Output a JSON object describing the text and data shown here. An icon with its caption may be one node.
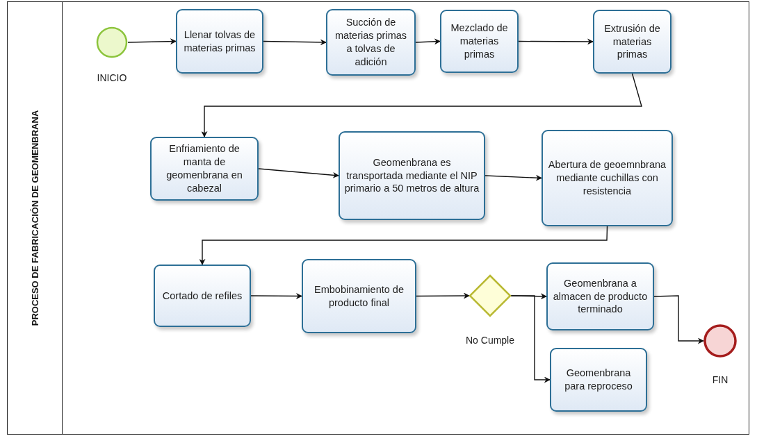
{
  "diagram": {
    "nodes": [
      {
        "text": [
          "PROCESO DE FABRICACIÓN DE GEOMENBRANA"
        ]
      },
      {
        "text": [],
        "shape": "circle",
        "beside": [
          "INICIO"
        ],
        "in": 0
      },
      {
        "text": [
          "Llenar tolvas de materias primas"
        ],
        "in": 0
      },
      {
        "text": [
          "Succión de materias  primas a tolvas de adición"
        ],
        "in": 0
      },
      {
        "text": [
          "Mezclado de materias primas"
        ],
        "in": 0
      },
      {
        "text": [
          "Extrusión de materias primas"
        ],
        "in": 0
      },
      {
        "text": [
          "Enfriamiento de manta de geomenbrana en cabezal"
        ],
        "in": 0
      },
      {
        "text": [
          "Geomenbrana es transportada mediante el NIP primario a 50 metros de altura"
        ],
        "in": 0
      },
      {
        "text": [
          "Abertura de geoemnbrana mediante cuchillas con resistencia"
        ],
        "in": 0
      },
      {
        "text": [
          "Cortado de refiles"
        ],
        "in": 0
      },
      {
        "text": [
          "Embobinamiento de producto final"
        ],
        "in": 0
      },
      {
        "text": [],
        "shape": "diamond",
        "beside": [
          "No Cumple"
        ],
        "in": 0
      },
      {
        "text": [
          "Geomenbrana a almacen de producto terminado"
        ],
        "in": 0
      },
      {
        "text": [
          "Geomenbrana para reproceso"
        ],
        "in": 0
      },
      {
        "text": [],
        "shape": "circle",
        "beside": [
          "FIN"
        ],
        "in": 0
      }
    ],
    "edges": [
      {
        "from": 1,
        "to": 2,
        "arrow": "to"
      },
      {
        "from": 2,
        "to": 3,
        "arrow": "to"
      },
      {
        "from": 3,
        "to": 4,
        "arrow": "to"
      },
      {
        "from": 4,
        "to": 5,
        "arrow": "to"
      },
      {
        "from": 5,
        "to": 6,
        "arrow": "to"
      },
      {
        "from": 6,
        "to": 7,
        "arrow": "to"
      },
      {
        "from": 7,
        "to": 8,
        "arrow": "to"
      },
      {
        "from": 8,
        "to": 9,
        "arrow": "to"
      },
      {
        "from": 9,
        "to": 10,
        "arrow": "to"
      },
      {
        "from": 10,
        "to": 11,
        "arrow": "to"
      },
      {
        "from": 11,
        "to": 12,
        "arrow": "to"
      },
      {
        "from": 11,
        "to": 13,
        "arrow": "to"
      },
      {
        "from": 12,
        "to": 14,
        "arrow": "to"
      }
    ]
  }
}
